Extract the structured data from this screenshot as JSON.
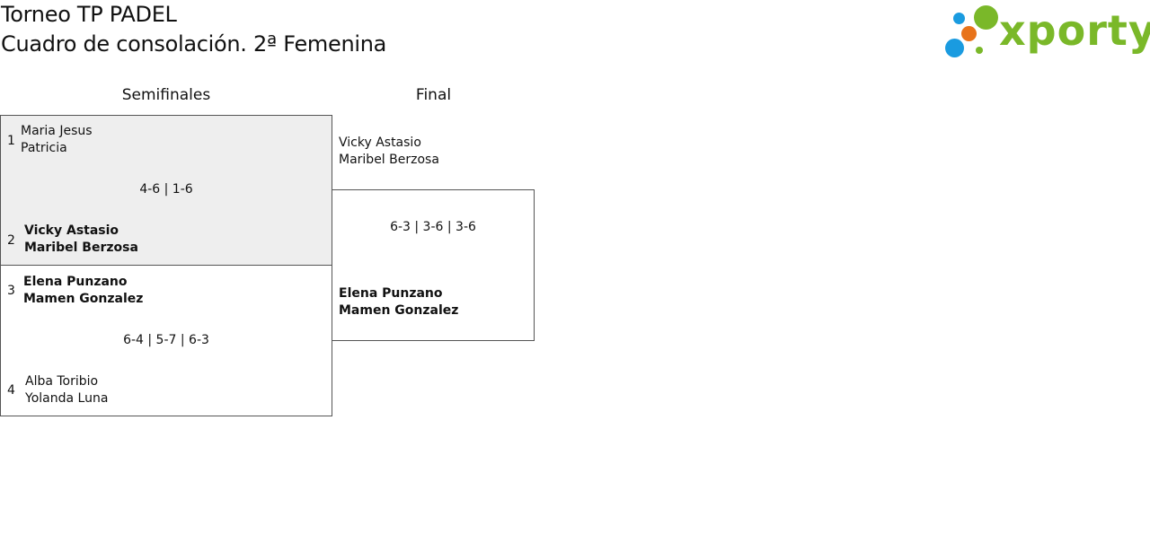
{
  "header": {
    "title_line1": "Torneo TP PADEL",
    "title_line2": "Cuadro de consolación. 2ª Femenina"
  },
  "logo": {
    "text": "xporty",
    "color_green": "#7ab829",
    "color_orange": "#e8731a",
    "color_blue": "#1a9be0"
  },
  "rounds": {
    "semis_label": "Semifinales",
    "final_label": "Final"
  },
  "semis": [
    {
      "seed_a": "1",
      "team_a": [
        "Maria Jesus",
        "Patricia"
      ],
      "score": "4-6 | 1-6",
      "seed_b": "2",
      "team_b": [
        "Vicky Astasio",
        "Maribel Berzosa"
      ],
      "winner": "b"
    },
    {
      "seed_a": "3",
      "team_a": [
        "Elena Punzano",
        "Mamen Gonzalez"
      ],
      "score": "6-4 | 5-7 | 6-3",
      "seed_b": "4",
      "team_b": [
        "Alba Toribio",
        "Yolanda Luna"
      ],
      "winner": "a"
    }
  ],
  "final": {
    "team_a": [
      "Vicky Astasio",
      "Maribel Berzosa"
    ],
    "score": "6-3 | 3-6 | 3-6",
    "team_b": [
      "Elena Punzano",
      "Mamen Gonzalez"
    ],
    "winner": "b"
  }
}
